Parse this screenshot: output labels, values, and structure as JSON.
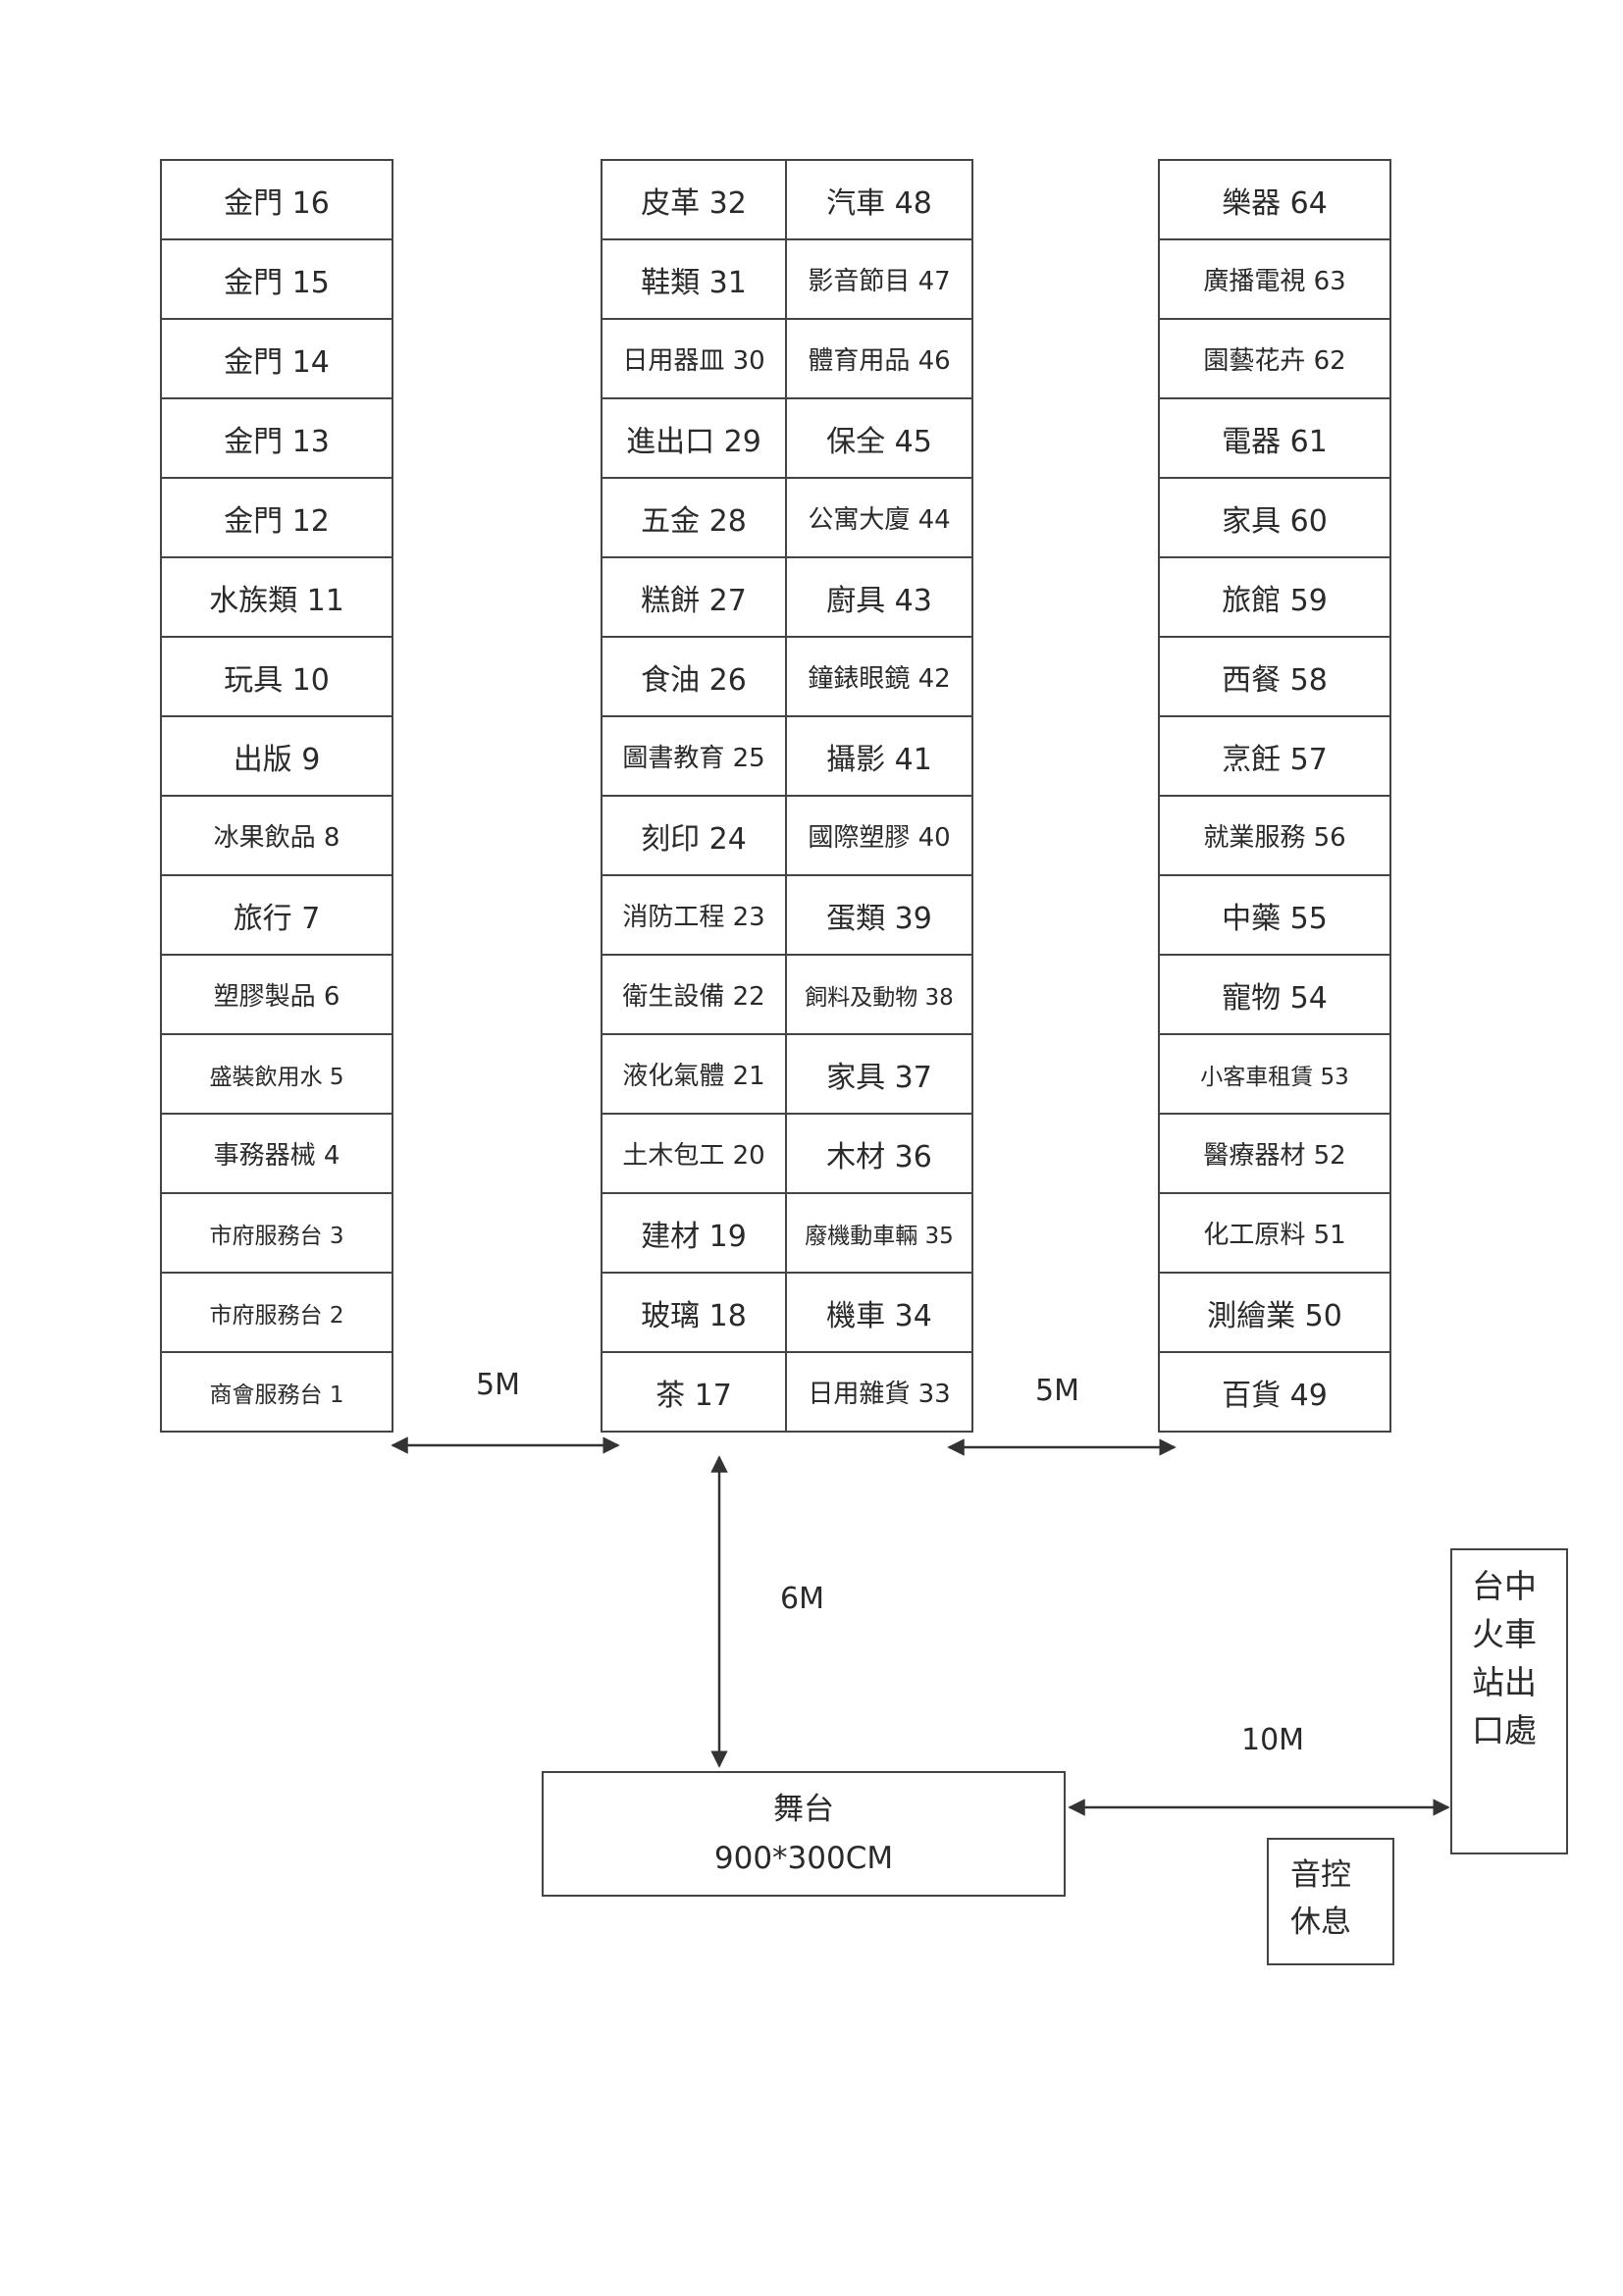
{
  "left_column": [
    "金門 16",
    "金門 15",
    "金門 14",
    "金門 13",
    "金門 12",
    "水族類 11",
    "玩具 10",
    "出版 9",
    "冰果飲品 8",
    "旅行 7",
    "塑膠製品 6",
    "盛裝飲用水 5",
    "事務器械 4",
    "市府服務台 3",
    "市府服務台 2",
    "商會服務台 1"
  ],
  "middle_left_column": [
    "皮革 32",
    "鞋類 31",
    "日用器皿 30",
    "進出口 29",
    "五金 28",
    "糕餅 27",
    "食油 26",
    "圖書教育 25",
    "刻印 24",
    "消防工程 23",
    "衛生設備 22",
    "液化氣體 21",
    "土木包工 20",
    "建材 19",
    "玻璃 18",
    "茶 17"
  ],
  "middle_right_column": [
    "汽車 48",
    "影音節目 47",
    "體育用品 46",
    "保全 45",
    "公寓大廈 44",
    "廚具 43",
    "鐘錶眼鏡 42",
    "攝影 41",
    "國際塑膠 40",
    "蛋類 39",
    "飼料及動物 38",
    "家具 37",
    "木材 36",
    "廢機動車輛 35",
    "機車 34",
    "日用雜貨 33"
  ],
  "right_column": [
    "樂器 64",
    "廣播電視 63",
    "園藝花卉 62",
    "電器 61",
    "家具 60",
    "旅館 59",
    "西餐 58",
    "烹飪 57",
    "就業服務 56",
    "中藥 55",
    "寵物 54",
    "小客車租賃 53",
    "醫療器材 52",
    "化工原料 51",
    "測繪業 50",
    "百貨 49"
  ],
  "dimensions": {
    "left_gap": "5M",
    "right_gap": "5M",
    "stage_gap": "6M",
    "station_gap": "10M"
  },
  "stage": {
    "title": "舞台",
    "size": "900*300CM"
  },
  "station_exit": {
    "line1": "台中",
    "line2": "火車",
    "line3": "站出",
    "line4": "口處"
  },
  "sound_control": {
    "line1": "音控",
    "line2": "休息"
  }
}
